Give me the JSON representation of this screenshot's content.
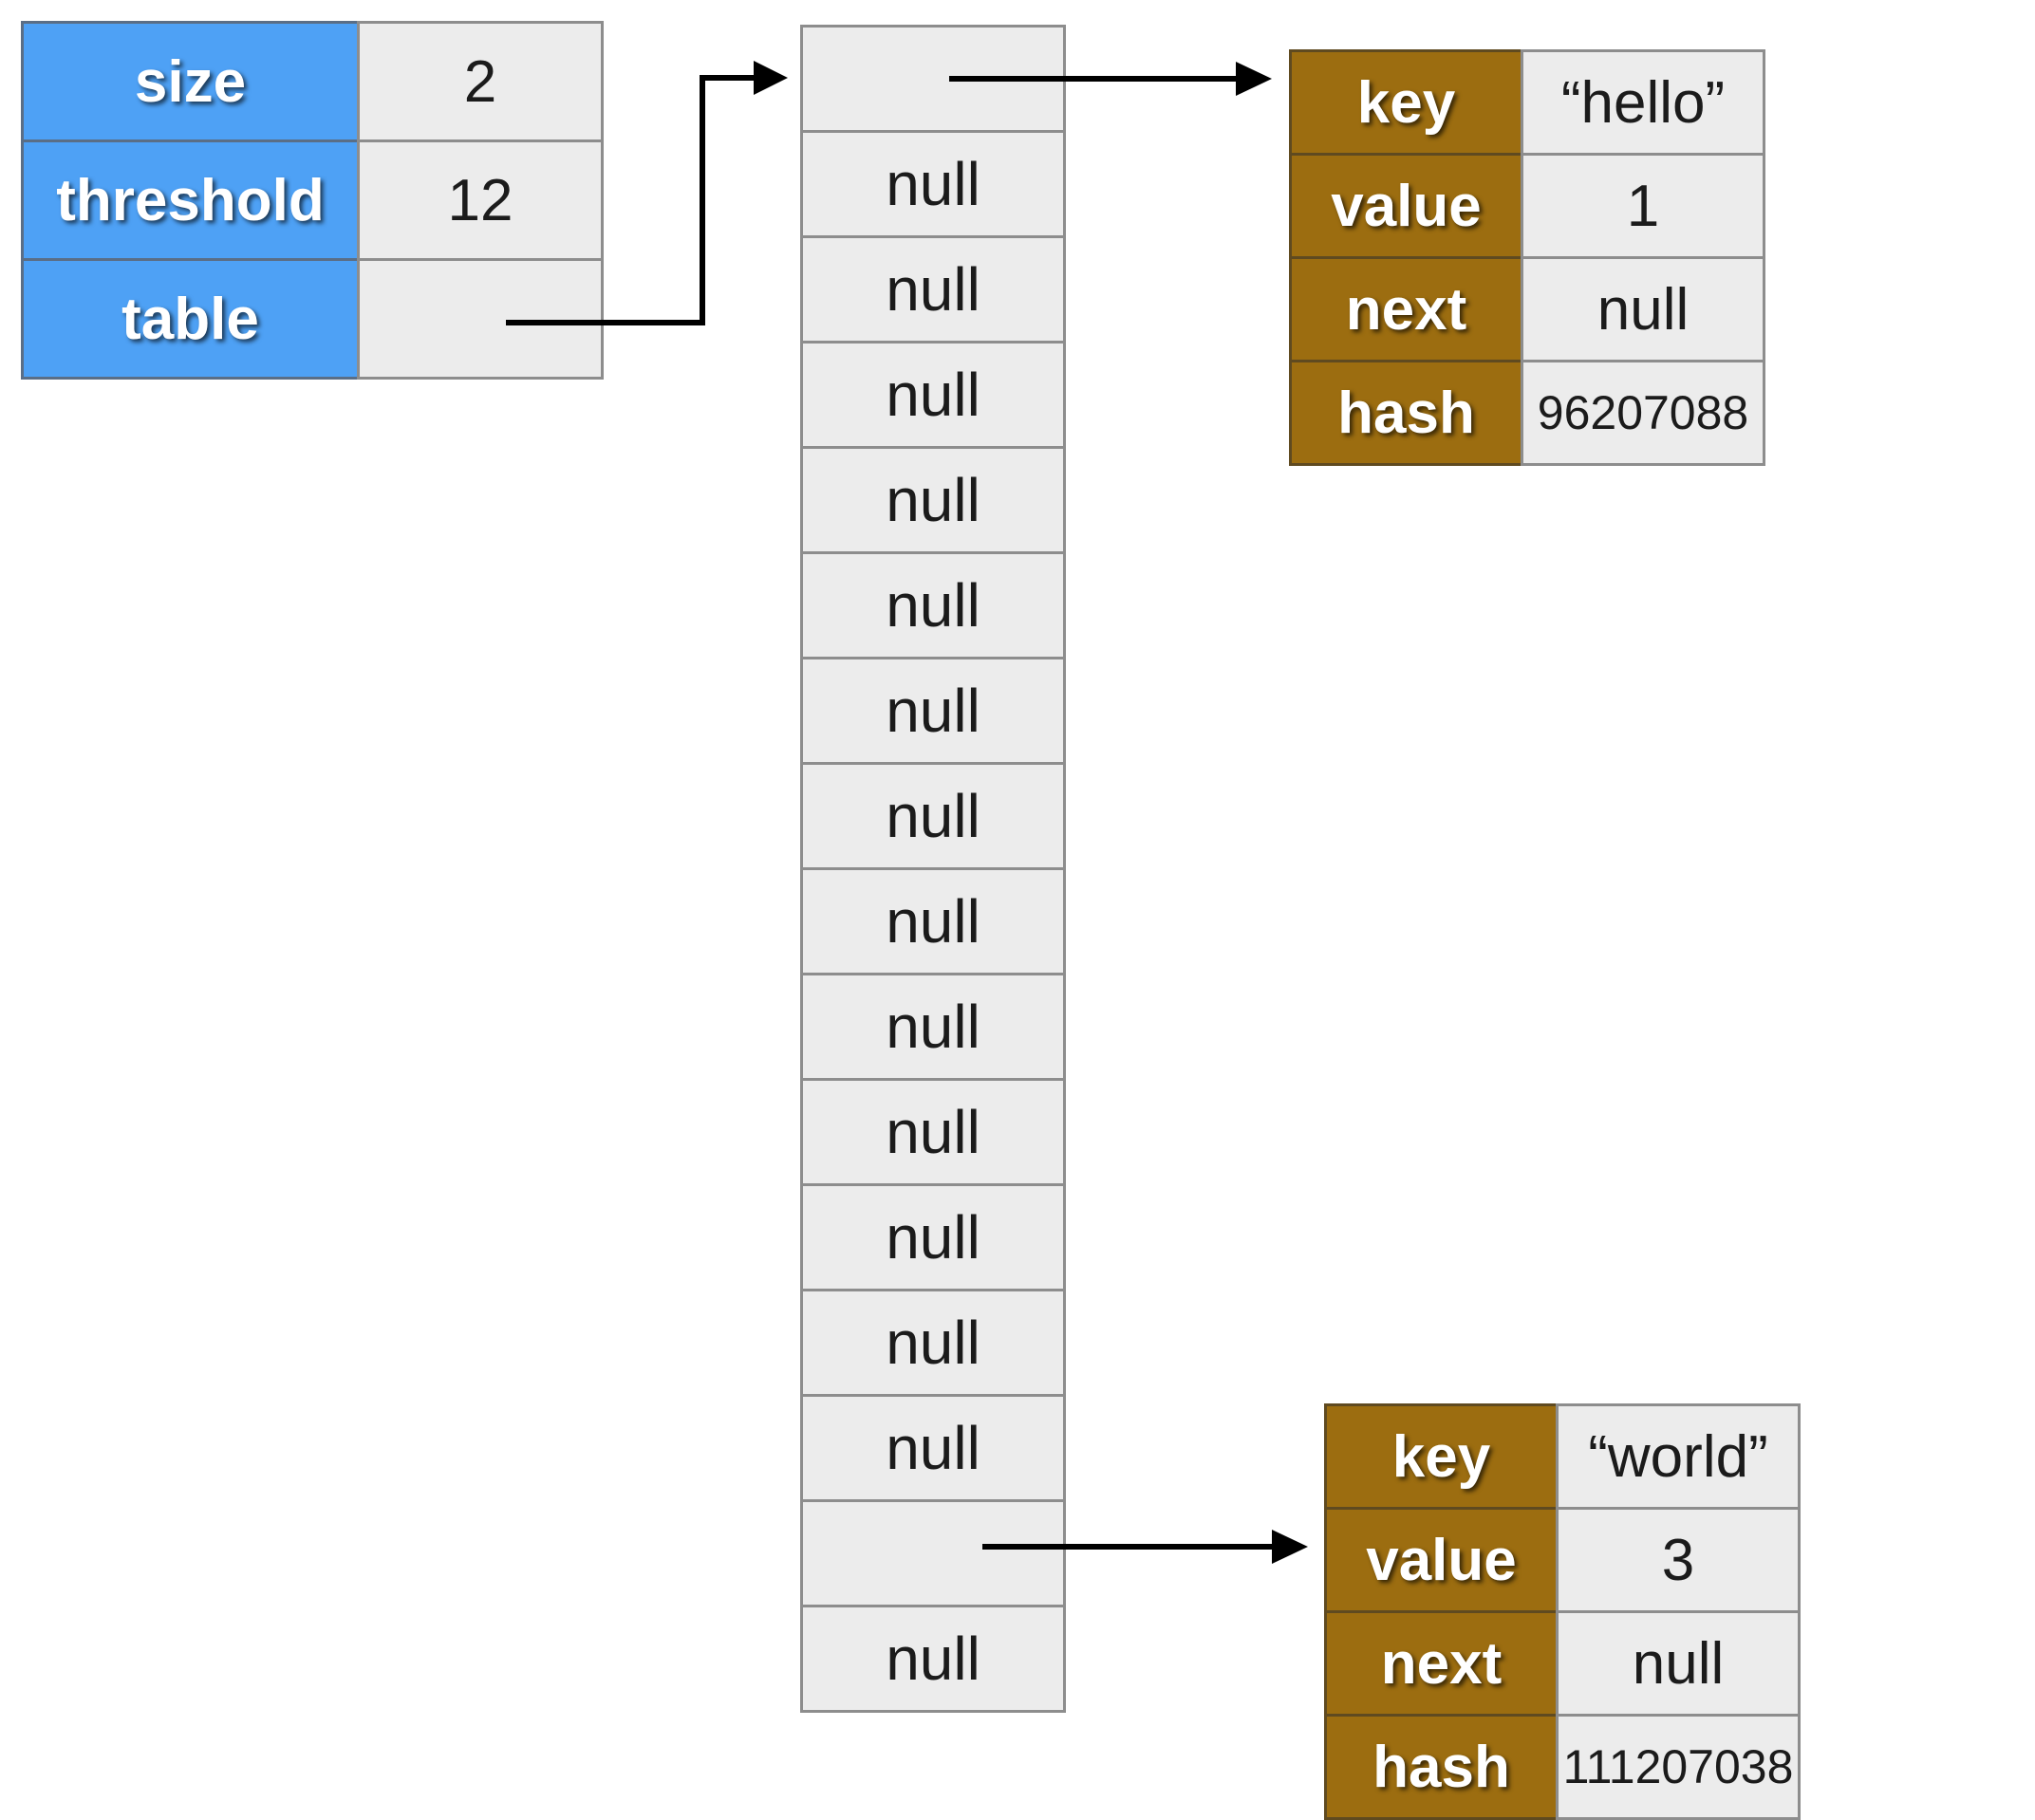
{
  "map": {
    "fields": [
      {
        "label": "size",
        "value": "2"
      },
      {
        "label": "threshold",
        "value": "12"
      },
      {
        "label": "table",
        "value": ""
      }
    ]
  },
  "table": {
    "slots": [
      "",
      "null",
      "null",
      "null",
      "null",
      "null",
      "null",
      "null",
      "null",
      "null",
      "null",
      "null",
      "null",
      "null",
      "",
      "null"
    ]
  },
  "entries": [
    {
      "slot_index": 0,
      "fields": [
        {
          "label": "key",
          "value": "“hello”"
        },
        {
          "label": "value",
          "value": "1"
        },
        {
          "label": "next",
          "value": "null"
        },
        {
          "label": "hash",
          "value": "96207088"
        }
      ]
    },
    {
      "slot_index": 14,
      "fields": [
        {
          "label": "key",
          "value": "“world”"
        },
        {
          "label": "value",
          "value": "3"
        },
        {
          "label": "next",
          "value": "null"
        },
        {
          "label": "hash",
          "value": "111207038"
        }
      ]
    }
  ],
  "colors": {
    "field_label_bg": "#4ea1f5",
    "entry_label_bg": "#9c6d10",
    "cell_bg": "#ececec"
  }
}
